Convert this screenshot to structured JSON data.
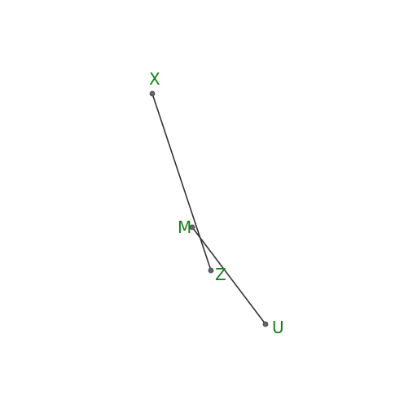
{
  "colors": {
    "label": "#138013",
    "segment": "#333333",
    "point": "#666666"
  },
  "points": [
    {
      "id": "X",
      "label": "X"
    },
    {
      "id": "M",
      "label": "M"
    },
    {
      "id": "Z",
      "label": "Z"
    },
    {
      "id": "U",
      "label": "U"
    }
  ],
  "segments": [
    {
      "from": "X",
      "to": "Z"
    },
    {
      "from": "M",
      "to": "U"
    }
  ]
}
